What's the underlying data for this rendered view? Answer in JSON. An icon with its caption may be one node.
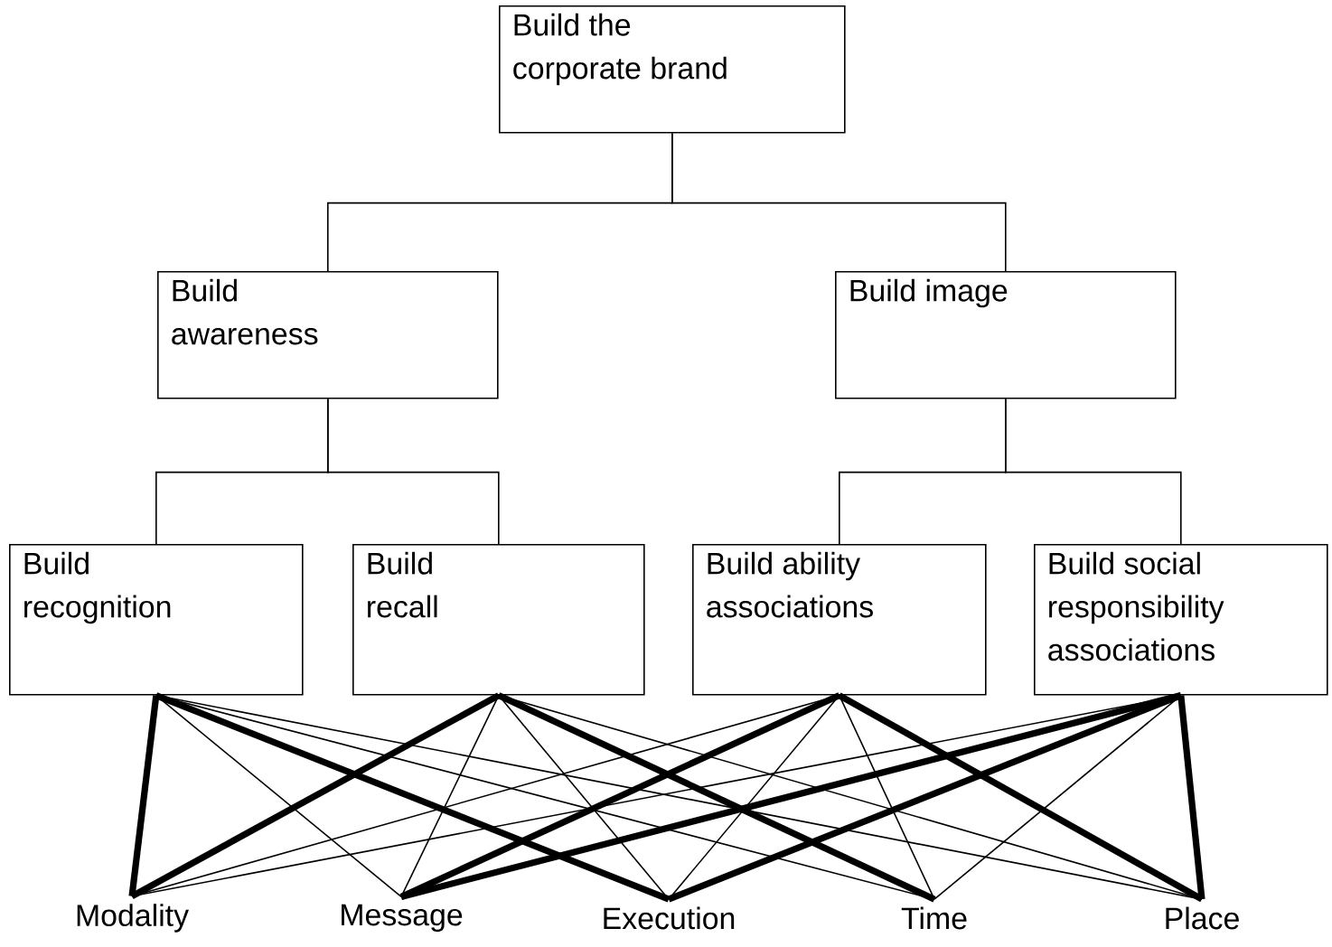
{
  "diagram": {
    "nodes": [
      {
        "text": [
          "Build the corporate brand"
        ]
      },
      {
        "text": [
          "Build awareness"
        ]
      },
      {
        "text": [
          "Build image"
        ]
      },
      {
        "text": [
          "Build recognition"
        ]
      },
      {
        "text": [
          "Build recall"
        ]
      },
      {
        "text": [
          "Build ability associations"
        ]
      },
      {
        "text": [
          "Build social responsibility associations"
        ]
      },
      {
        "text": [
          "Modality"
        ]
      },
      {
        "text": [
          "Message"
        ]
      },
      {
        "text": [
          "Execution"
        ]
      },
      {
        "text": [
          "Time"
        ]
      },
      {
        "text": [
          "Place"
        ]
      }
    ],
    "edges": [
      {
        "from": 0,
        "to": 1,
        "arrow": "none"
      },
      {
        "from": 0,
        "to": 2,
        "arrow": "none"
      },
      {
        "from": 1,
        "to": 3,
        "arrow": "none"
      },
      {
        "from": 1,
        "to": 4,
        "arrow": "none"
      },
      {
        "from": 2,
        "to": 5,
        "arrow": "none"
      },
      {
        "from": 2,
        "to": 6,
        "arrow": "none"
      },
      {
        "from": 3,
        "to": 7,
        "arrow": "none",
        "style": "thick"
      },
      {
        "from": 3,
        "to": 8,
        "arrow": "none"
      },
      {
        "from": 3,
        "to": 9,
        "arrow": "none",
        "style": "thick"
      },
      {
        "from": 3,
        "to": 10,
        "arrow": "none"
      },
      {
        "from": 3,
        "to": 11,
        "arrow": "none"
      },
      {
        "from": 4,
        "to": 7,
        "arrow": "none",
        "style": "thick"
      },
      {
        "from": 4,
        "to": 8,
        "arrow": "none"
      },
      {
        "from": 4,
        "to": 9,
        "arrow": "none"
      },
      {
        "from": 4,
        "to": 10,
        "arrow": "none",
        "style": "thick"
      },
      {
        "from": 4,
        "to": 11,
        "arrow": "none"
      },
      {
        "from": 5,
        "to": 7,
        "arrow": "none"
      },
      {
        "from": 5,
        "to": 8,
        "arrow": "none",
        "style": "thick"
      },
      {
        "from": 5,
        "to": 9,
        "arrow": "none"
      },
      {
        "from": 5,
        "to": 10,
        "arrow": "none"
      },
      {
        "from": 5,
        "to": 11,
        "arrow": "none",
        "style": "thick"
      },
      {
        "from": 6,
        "to": 7,
        "arrow": "none"
      },
      {
        "from": 6,
        "to": 8,
        "arrow": "none",
        "style": "thick"
      },
      {
        "from": 6,
        "to": 9,
        "arrow": "none",
        "style": "thick"
      },
      {
        "from": 6,
        "to": 10,
        "arrow": "none"
      },
      {
        "from": 6,
        "to": 11,
        "arrow": "none",
        "style": "thick"
      }
    ]
  }
}
